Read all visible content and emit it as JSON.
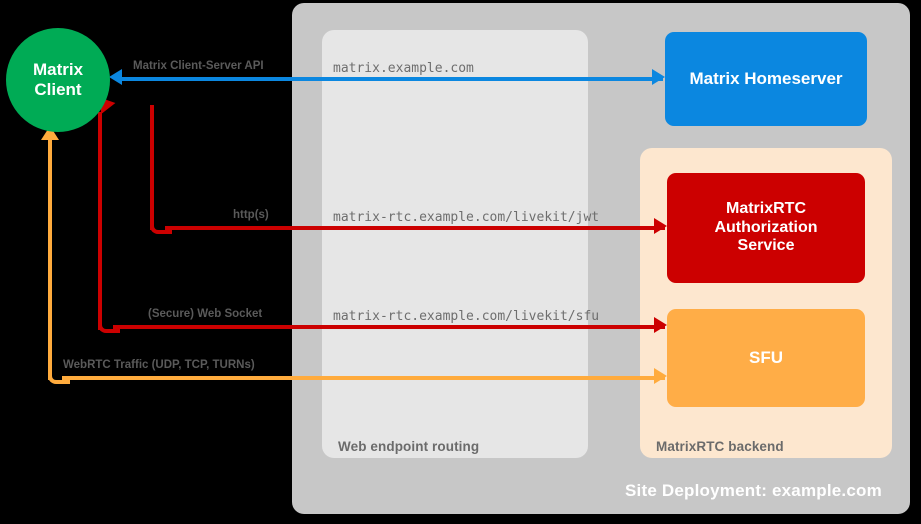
{
  "diagram": {
    "site_label": "Site Deployment: example.com",
    "panels": [
      {
        "id": "routing",
        "label": "Web endpoint routing"
      },
      {
        "id": "backend",
        "label": "MatrixRTC backend"
      }
    ],
    "nodes": {
      "client": "Matrix\nClient",
      "client_line1": "Matrix",
      "client_line2": "Client",
      "homeserver": "Matrix Homeserver",
      "auth_line1": "MatrixRTC",
      "auth_line2": "Authorization",
      "auth_line3": "Service",
      "sfu": "SFU"
    },
    "flows": [
      {
        "protocol": "Matrix Client-Server API",
        "endpoint": "matrix.example.com",
        "color": "#0b87e0"
      },
      {
        "protocol": "http(s)",
        "endpoint": "matrix-rtc.example.com/livekit/jwt",
        "color": "#cc0000"
      },
      {
        "protocol": "(Secure) Web Socket",
        "endpoint": "matrix-rtc.example.com/livekit/sfu",
        "color": "#cc0000"
      },
      {
        "protocol": "WebRTC Traffic (UDP, TCP, TURNs)",
        "endpoint": "",
        "color": "#ffab3d"
      }
    ],
    "colors": {
      "background": "#000000",
      "site_panel": "#c7c7c7",
      "routing_panel": "#e6e6e6",
      "backend_panel": "#fde7cf",
      "client": "#00ab55",
      "homeserver": "#0b87e0",
      "auth_service": "#cc0000",
      "sfu": "#ffad47"
    }
  }
}
